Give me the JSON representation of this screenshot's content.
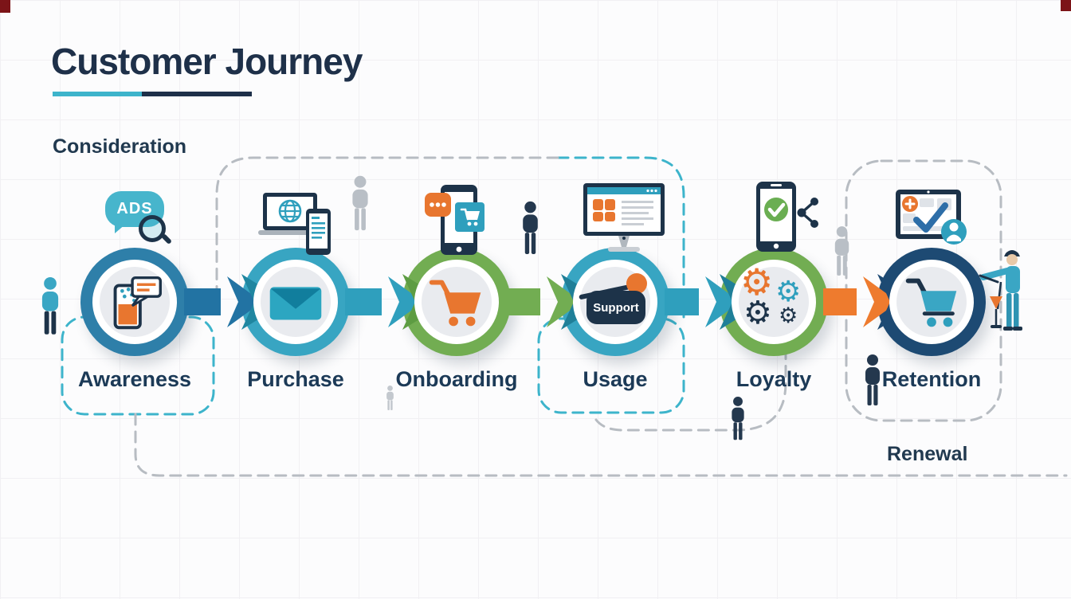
{
  "title": "Customer Journey",
  "annotations": {
    "consideration": "Consideration",
    "renewal": "Renewal"
  },
  "ads_bubble": {
    "text": "ADS",
    "icon": "magnifier-icon"
  },
  "stages": [
    {
      "label": "Awareness",
      "ring_color": "#2e7fa9",
      "icon": "smartphone-ad-message-icon",
      "topper_icon": "ads-bubble-magnifier-icon"
    },
    {
      "label": "Purchase",
      "ring_color": "#38a5c2",
      "icon": "envelope-icon",
      "topper_icon": "laptop-globe-phone-icon"
    },
    {
      "label": "Onboarding",
      "ring_color": "#72ad52",
      "icon": "shopping-cart-orange-icon",
      "topper_icon": "phone-chat-cart-icon"
    },
    {
      "label": "Usage",
      "ring_color": "#38a5c2",
      "icon": "support-tag-icon",
      "support_text": "Support",
      "topper_icon": "desktop-monitor-dashboard-icon"
    },
    {
      "label": "Loyalty",
      "ring_color": "#72ad52",
      "icon": "gears-icon",
      "topper_icon": "phone-check-share-icon"
    },
    {
      "label": "Retention",
      "ring_color": "#1d4a73",
      "icon": "shopping-cart-teal-icon",
      "topper_icon": "tablet-check-plus-person-icon"
    }
  ],
  "arrows": [
    {
      "from": "Awareness",
      "to": "Purchase",
      "color": "#2273a3",
      "band_color": "#1f86a0"
    },
    {
      "from": "Purchase",
      "to": "Onboarding",
      "color": "#2f9fbd",
      "band_color": "#5d9c42"
    },
    {
      "from": "Onboarding",
      "to": "Usage",
      "color": "#72ad52",
      "band_color": "#1f7f98"
    },
    {
      "from": "Usage",
      "to": "Loyalty",
      "color": "#2f9fbd",
      "band_color": "#1f7f98"
    },
    {
      "from": "Loyalty",
      "to": "Retention",
      "color": "#ee7b2e",
      "band_color": "#1d4a73"
    }
  ],
  "dashed_paths": {
    "teal_color": "#3db4cb",
    "gray_color": "#b7bcc2",
    "regions": [
      "awareness-loop",
      "usage-loop",
      "purchase-to-usage-top-loop",
      "retention-top-loop",
      "bottom-renewal-line",
      "usage-loyalty-bottom-loop"
    ]
  },
  "figures": [
    "person-teal-left",
    "person-gray-above-purchase",
    "person-navy-above-usage",
    "person-gray-above-loyalty",
    "person-navy-below-loyalty",
    "person-navy-left-of-retention-label",
    "person-gray-small-below-onboarding",
    "worker-teal-right-of-retention"
  ],
  "palette": {
    "navy_text": "#1c3a57",
    "title_navy": "#1e3049",
    "steel_blue": "#2e7fa9",
    "teal": "#38a5c2",
    "teal_bright": "#3db4cb",
    "green": "#72ad52",
    "orange": "#ee7b2e",
    "retention_navy": "#1d4a73",
    "inner_gray": "#e9ebef",
    "figure_gray": "#b9bfc6",
    "dash_gray": "#b7bcc2",
    "background": "#fcfcfd"
  }
}
